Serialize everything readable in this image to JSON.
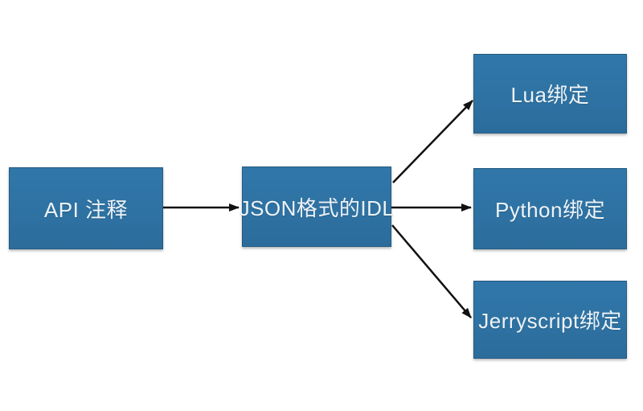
{
  "diagram": {
    "type": "flowchart",
    "nodes": [
      {
        "id": "api-annotation",
        "label": "API 注释"
      },
      {
        "id": "json-idl",
        "label": "JSON格式的IDL"
      },
      {
        "id": "lua-binding",
        "label": "Lua绑定"
      },
      {
        "id": "python-binding",
        "label": "Python绑定"
      },
      {
        "id": "jerryscript-binding",
        "label": "Jerryscript绑定"
      }
    ],
    "edges": [
      {
        "from": "api-annotation",
        "to": "json-idl"
      },
      {
        "from": "json-idl",
        "to": "lua-binding"
      },
      {
        "from": "json-idl",
        "to": "python-binding"
      },
      {
        "from": "json-idl",
        "to": "jerryscript-binding"
      }
    ],
    "colors": {
      "node_fill": "#2e72a3",
      "node_text": "#eef3f7",
      "arrow": "#111111",
      "background": "#ffffff"
    }
  }
}
